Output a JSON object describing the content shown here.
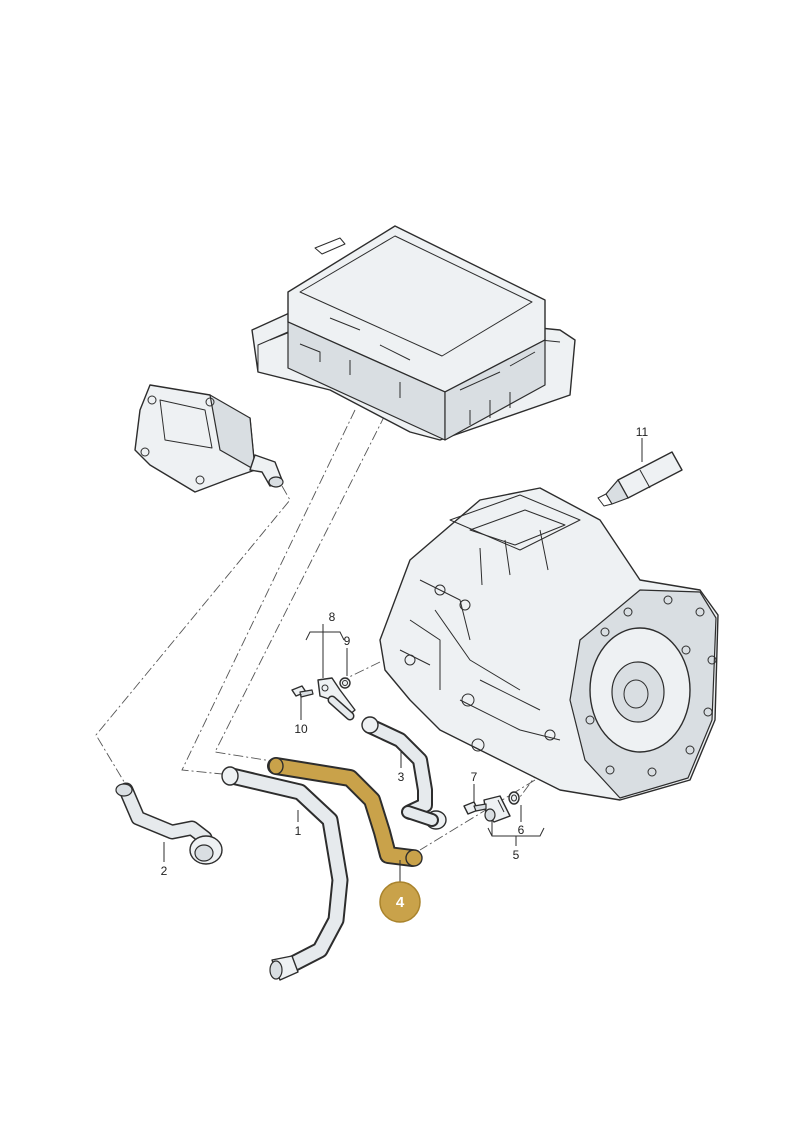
{
  "colors": {
    "highlight": "#c9a24a",
    "highlight_dark": "#a9832c",
    "hose_fill": "#e6eaed",
    "part_fill": "#eef1f3",
    "line": "#2d2d2d"
  },
  "callouts": {
    "c1": "1",
    "c2": "2",
    "c3": "3",
    "c4": "4",
    "c5": "5",
    "c6": "6",
    "c7": "7",
    "c8": "8",
    "c9": "9",
    "c10": "10",
    "c11": "11"
  },
  "highlighted_part": "4"
}
